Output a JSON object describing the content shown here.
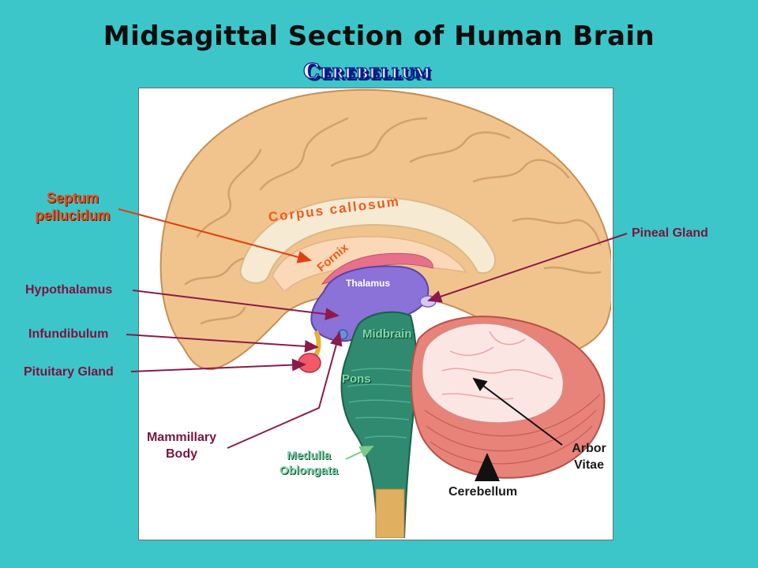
{
  "title": "Midsagittal Section of Human Brain",
  "subtitle": "Cerebellum",
  "labels": {
    "septum_line1": "Septum",
    "septum_line2": "pellucidum",
    "hypothalamus": "Hypothalamus",
    "infundibulum": "Infundibulum",
    "pituitary": "Pituitary Gland",
    "mammillary_line1": "Mammillary",
    "mammillary_line2": "Body",
    "pineal": "Pineal Gland",
    "arbor_line1": "Arbor",
    "arbor_line2": "Vitae",
    "cerebellum": "Cerebellum",
    "corpus_callosum": "Corpus  callosum",
    "fornix": "Fornix",
    "thalamus": "Thalamus",
    "midbrain": "Midbrain",
    "pons": "Pons",
    "medulla_line1": "Medulla",
    "medulla_line2": "Oblongata"
  },
  "colors": {
    "background": "#3cc6c9",
    "cortex": "#f1c48d",
    "thalamus": "#8a72d8",
    "brainstem": "#2f8a6f",
    "cerebellum": "#e8837a",
    "pituitary": "#f25a6a",
    "label_text": "#7a1440",
    "septum_label": "#ee4a14"
  }
}
